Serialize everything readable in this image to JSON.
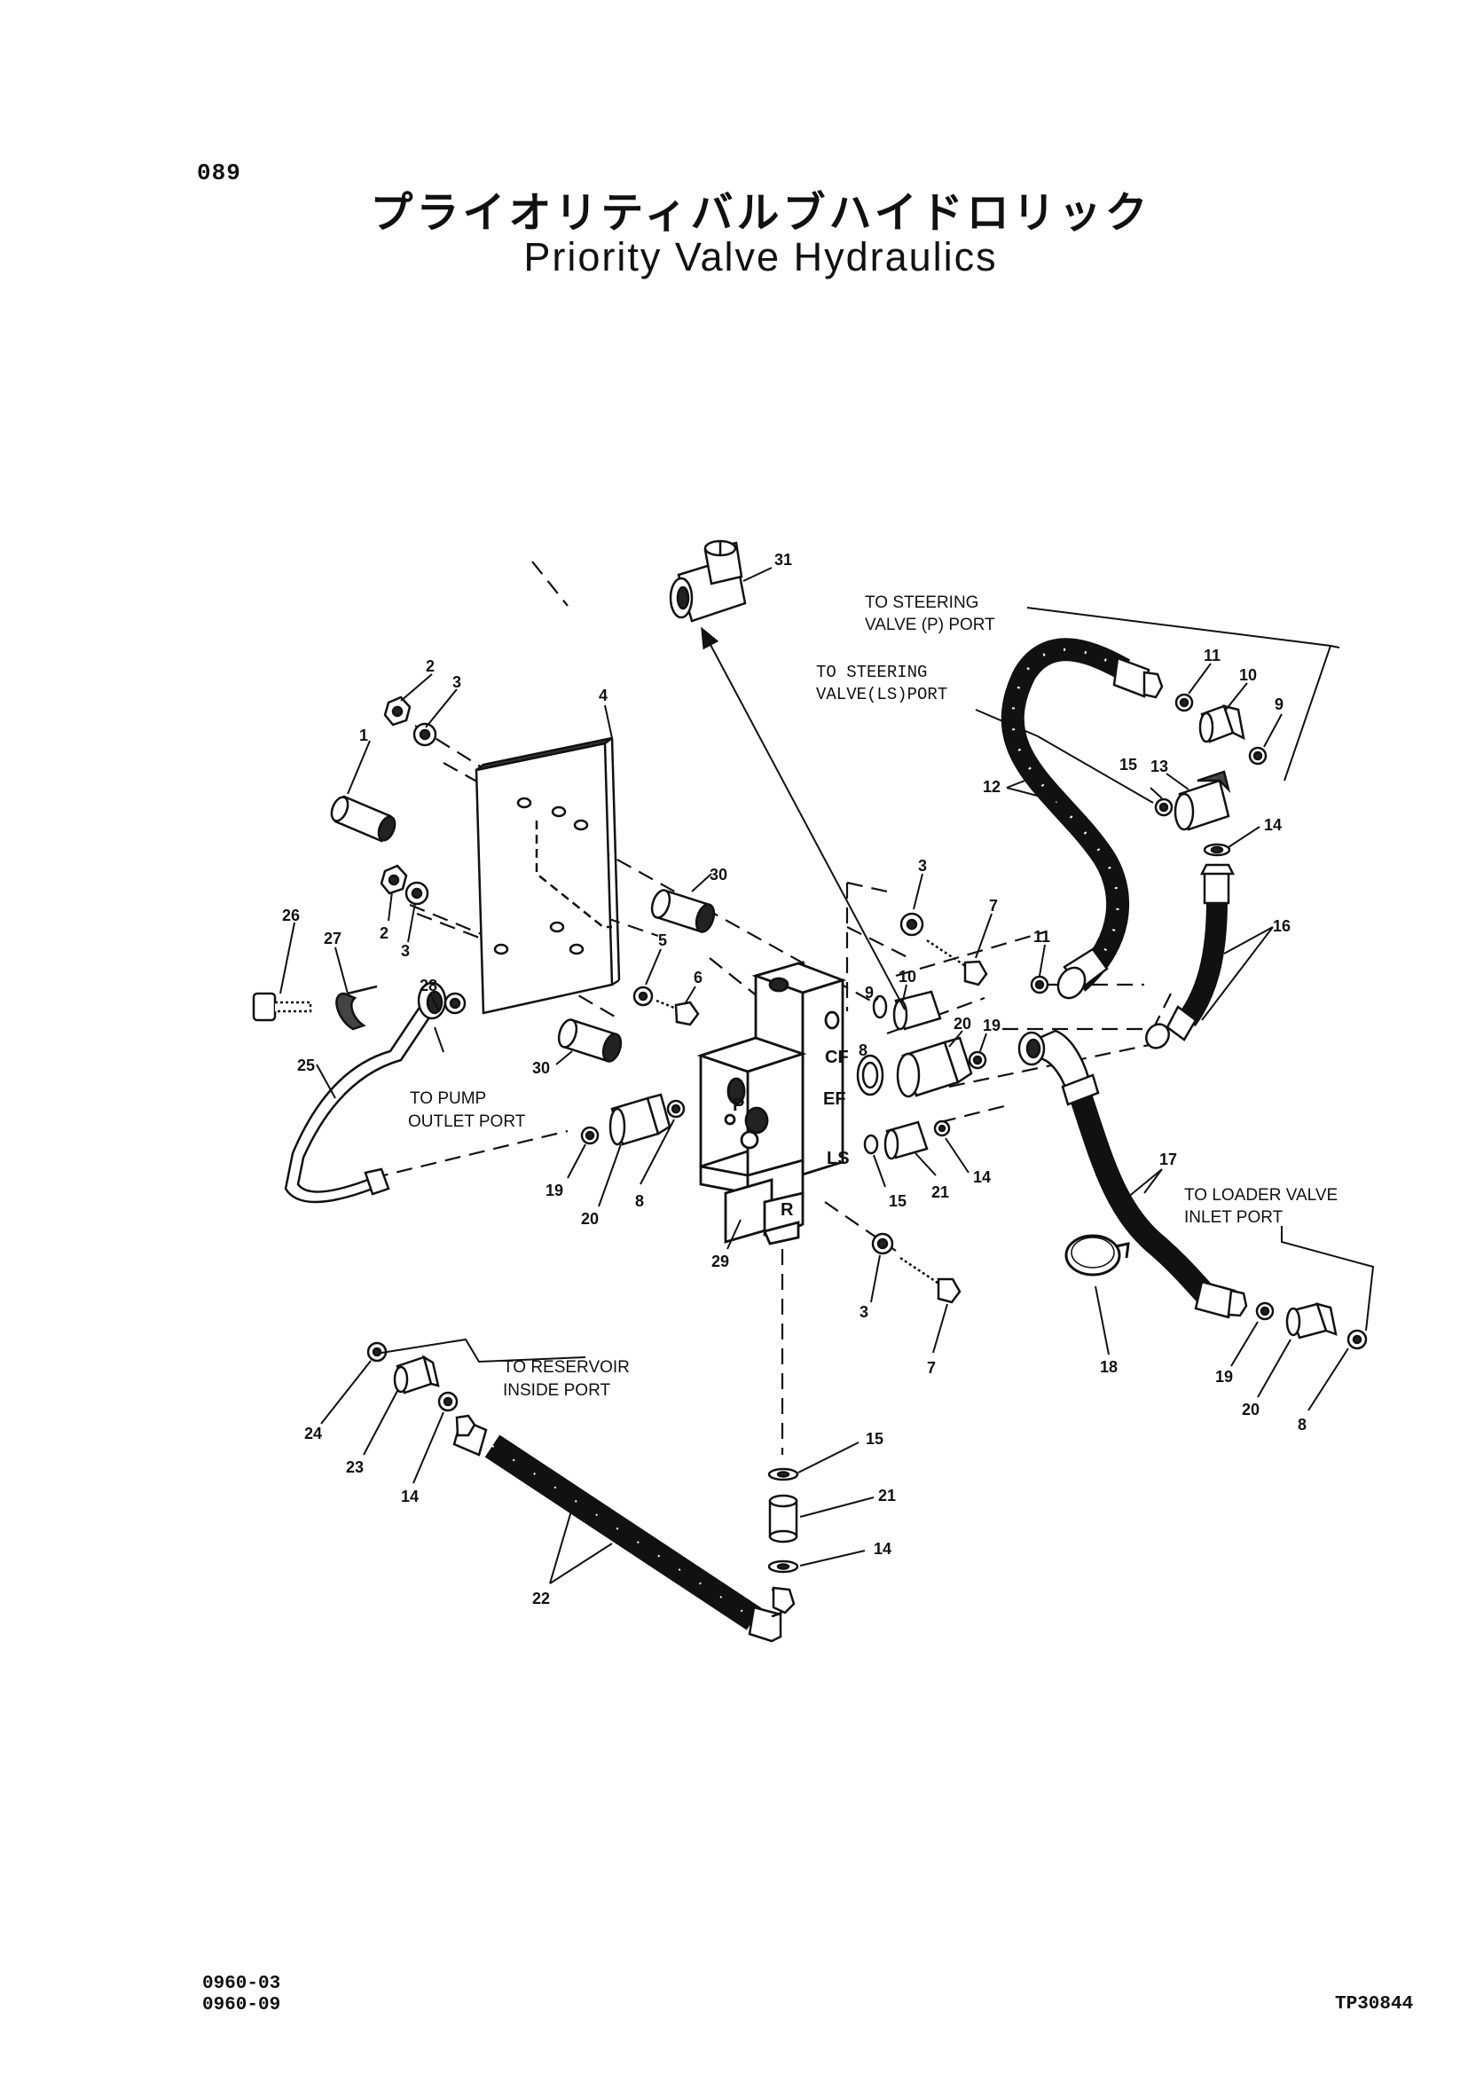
{
  "page_number": "089",
  "title_jp": "プライオリティバルブハイドロリック",
  "title_en": "Priority Valve Hydraulics",
  "callouts": {
    "to_steering_p_1": "TO STEERING",
    "to_steering_p_2": "VALVE (P) PORT",
    "to_steering_ls_1": "TO STEERING",
    "to_steering_ls_2": "VALVE(LS)PORT",
    "to_pump_1": "TO PUMP",
    "to_pump_2": "OUTLET PORT",
    "to_loader_1": "TO LOADER VALVE",
    "to_loader_2": "INLET PORT",
    "to_reservoir_1": "TO RESERVOIR",
    "to_reservoir_2": "INSIDE PORT"
  },
  "port_labels": {
    "cf": "CF",
    "ef": "EF",
    "ls": "LS",
    "p": "P",
    "r": "R"
  },
  "part_numbers": {
    "n1": "1",
    "n2a": "2",
    "n3a": "3",
    "n4": "4",
    "n2b": "2",
    "n3b": "3",
    "n26": "26",
    "n27": "27",
    "n28": "28",
    "n25": "25",
    "n30a": "30",
    "n30b": "30",
    "n5": "5",
    "n6": "6",
    "n3c": "3",
    "n7a": "7",
    "n9a": "9",
    "n8a": "8",
    "n10a": "10",
    "n11a": "11",
    "n20a": "20",
    "n19a": "19",
    "n19b": "19",
    "n20b": "20",
    "n8b": "8",
    "n29": "29",
    "n15a": "15",
    "n21a": "21",
    "n14a": "14",
    "n3d": "3",
    "n7b": "7",
    "n31": "31",
    "n11b": "11",
    "n10b": "10",
    "n9b": "9",
    "n12": "12",
    "n13": "13",
    "n15b": "15",
    "n14b": "14",
    "n16": "16",
    "n17": "17",
    "n18": "18",
    "n19c": "19",
    "n20c": "20",
    "n8c": "8",
    "n24": "24",
    "n23": "23",
    "n14c": "14",
    "n22": "22",
    "n15c": "15",
    "n21b": "21",
    "n14d": "14"
  },
  "footer_codes": [
    "0960-03",
    "0960-09"
  ],
  "footer_id": "TP30844"
}
